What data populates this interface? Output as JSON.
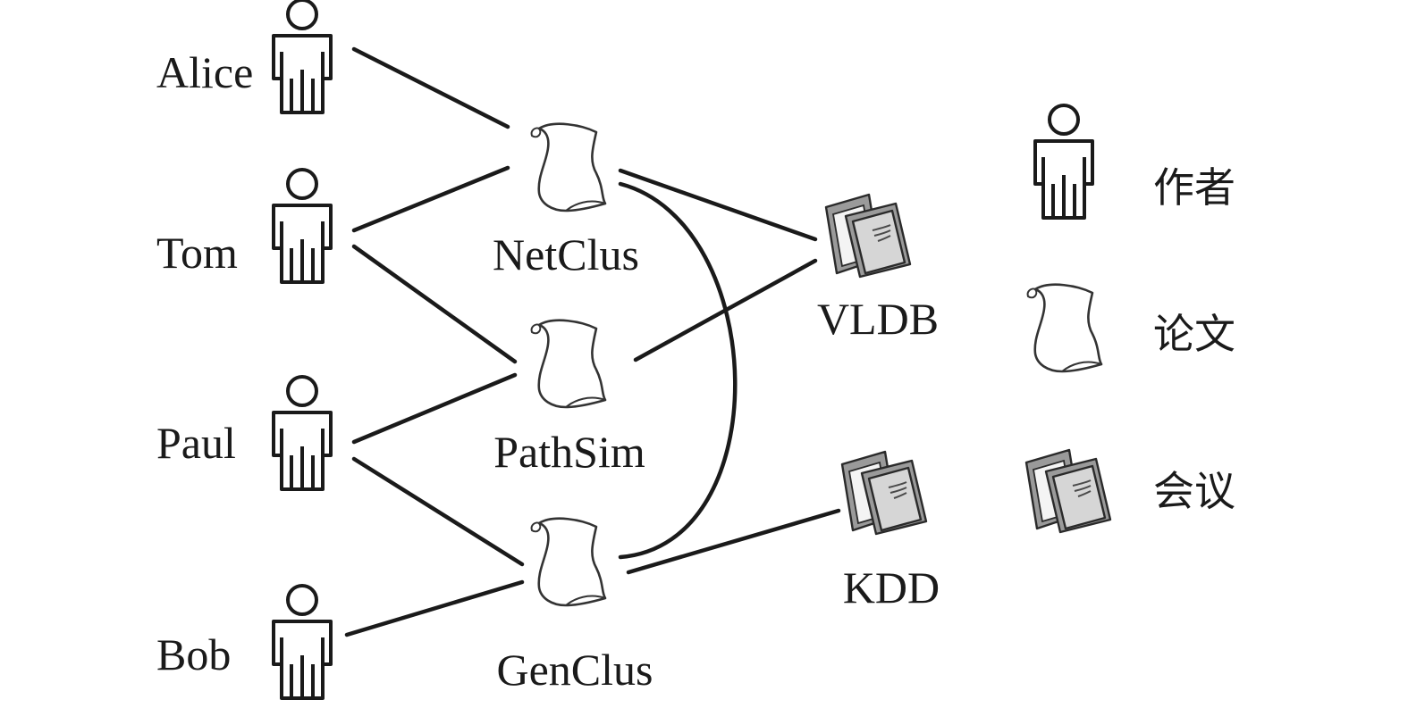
{
  "authors": [
    {
      "id": "alice",
      "name": "Alice"
    },
    {
      "id": "tom",
      "name": "Tom"
    },
    {
      "id": "paul",
      "name": "Paul"
    },
    {
      "id": "bob",
      "name": "Bob"
    }
  ],
  "papers": [
    {
      "id": "netclus",
      "name": "NetClus"
    },
    {
      "id": "pathsim",
      "name": "PathSim"
    },
    {
      "id": "genclus",
      "name": "GenClus"
    }
  ],
  "venues": [
    {
      "id": "vldb",
      "name": "VLDB"
    },
    {
      "id": "kdd",
      "name": "KDD"
    }
  ],
  "edges": [
    [
      "alice",
      "netclus"
    ],
    [
      "tom",
      "netclus"
    ],
    [
      "tom",
      "pathsim"
    ],
    [
      "paul",
      "pathsim"
    ],
    [
      "paul",
      "genclus"
    ],
    [
      "bob",
      "genclus"
    ],
    [
      "netclus",
      "vldb"
    ],
    [
      "pathsim",
      "vldb"
    ],
    [
      "genclus",
      "kdd"
    ],
    [
      "netclus",
      "genclus"
    ]
  ],
  "legend": {
    "author": {
      "icon": "person-icon",
      "label": "作者"
    },
    "paper": {
      "icon": "scroll-icon",
      "label": "论文"
    },
    "venue": {
      "icon": "books-icon",
      "label": "会议"
    }
  },
  "colors": {
    "ink": "#1a1a1a",
    "background": "#ffffff",
    "book_cover": "#9a9a9a"
  }
}
